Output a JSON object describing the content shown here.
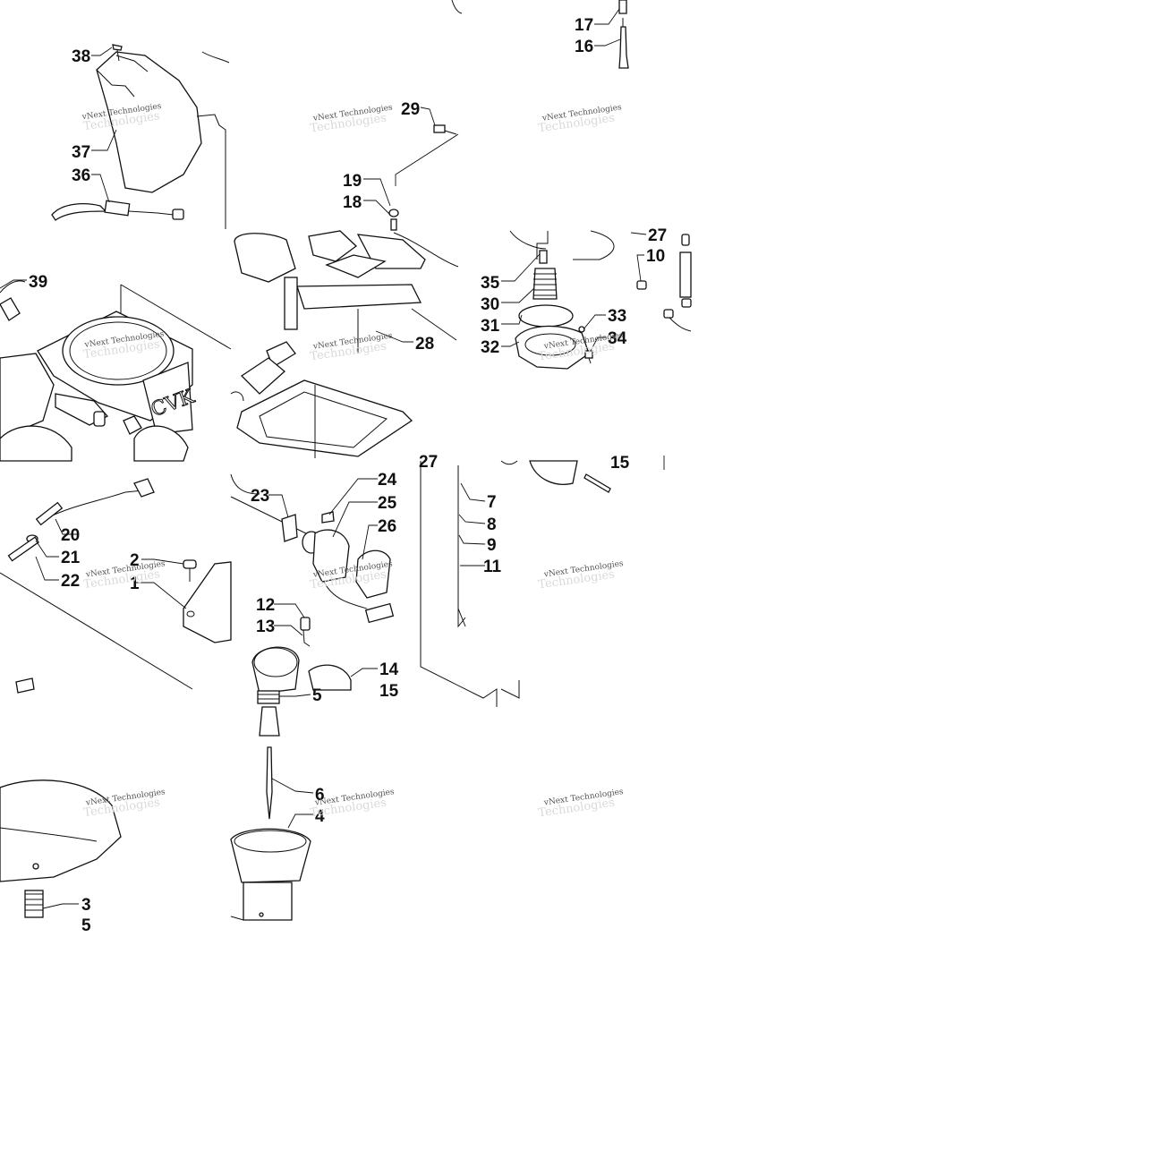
{
  "diagram": {
    "callouts": [
      {
        "id": "38",
        "label": "38"
      },
      {
        "id": "37",
        "label": "37"
      },
      {
        "id": "36",
        "label": "36"
      },
      {
        "id": "17",
        "label": "17"
      },
      {
        "id": "16",
        "label": "16"
      },
      {
        "id": "29",
        "label": "29"
      },
      {
        "id": "19",
        "label": "19"
      },
      {
        "id": "18",
        "label": "18"
      },
      {
        "id": "27a",
        "label": "27"
      },
      {
        "id": "10",
        "label": "10"
      },
      {
        "id": "35",
        "label": "35"
      },
      {
        "id": "30",
        "label": "30"
      },
      {
        "id": "31",
        "label": "31"
      },
      {
        "id": "32",
        "label": "32"
      },
      {
        "id": "33",
        "label": "33"
      },
      {
        "id": "34",
        "label": "34"
      },
      {
        "id": "39",
        "label": "39"
      },
      {
        "id": "28",
        "label": "28"
      },
      {
        "id": "27b",
        "label": "27"
      },
      {
        "id": "15a",
        "label": "15"
      },
      {
        "id": "24",
        "label": "24"
      },
      {
        "id": "23",
        "label": "23"
      },
      {
        "id": "25",
        "label": "25"
      },
      {
        "id": "26",
        "label": "26"
      },
      {
        "id": "7",
        "label": "7"
      },
      {
        "id": "8",
        "label": "8"
      },
      {
        "id": "9",
        "label": "9"
      },
      {
        "id": "11",
        "label": "11"
      },
      {
        "id": "20",
        "label": "20"
      },
      {
        "id": "21",
        "label": "21"
      },
      {
        "id": "22",
        "label": "22"
      },
      {
        "id": "2",
        "label": "2"
      },
      {
        "id": "1",
        "label": "1"
      },
      {
        "id": "12",
        "label": "12"
      },
      {
        "id": "13",
        "label": "13"
      },
      {
        "id": "14",
        "label": "14"
      },
      {
        "id": "15b",
        "label": "15"
      },
      {
        "id": "5a",
        "label": "5"
      },
      {
        "id": "6",
        "label": "6"
      },
      {
        "id": "4",
        "label": "4"
      },
      {
        "id": "3",
        "label": "3"
      },
      {
        "id": "5b",
        "label": "5"
      }
    ],
    "embossed_text": "CVK",
    "watermark_text": "vNext Technologies",
    "watermark_ghost_text": "Technologies"
  }
}
